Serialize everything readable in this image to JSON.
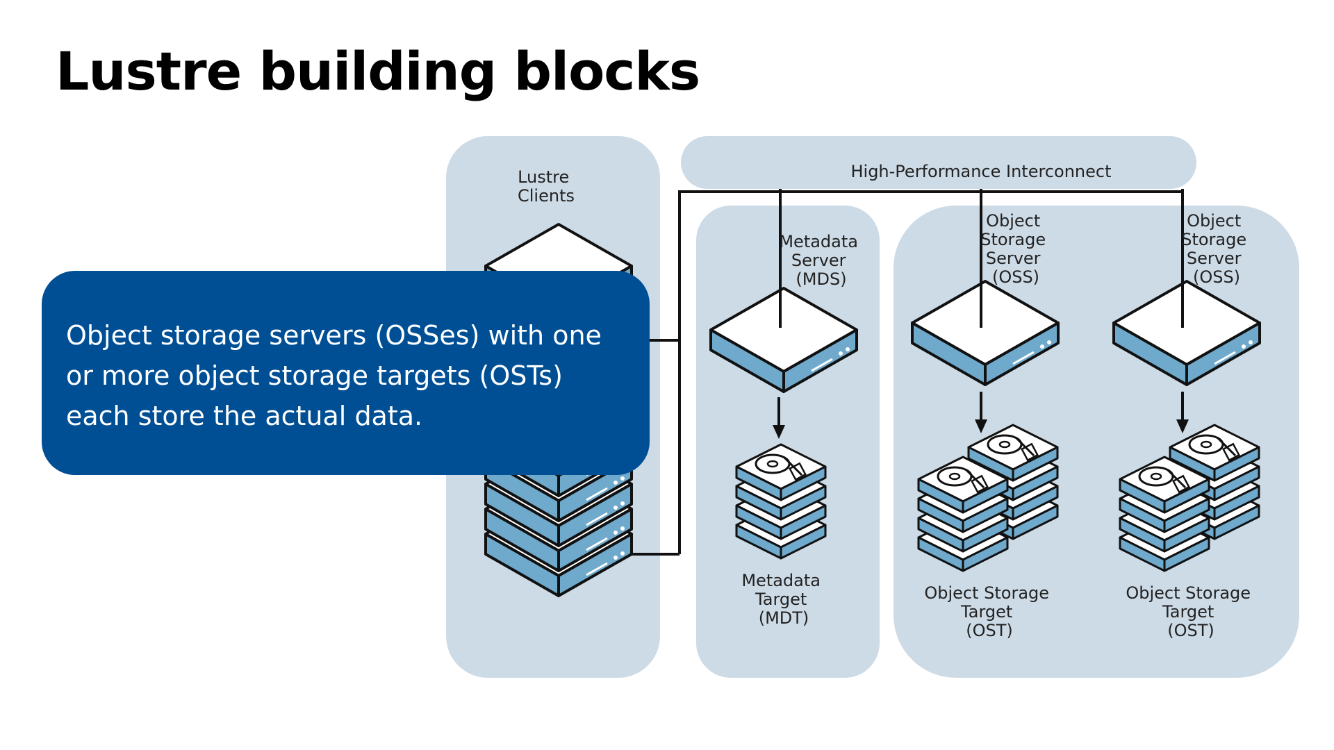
{
  "slide": {
    "title": "Lustre building blocks"
  },
  "diagram": {
    "interconnect": "High-Performance Interconnect",
    "clients": [
      "Lustre",
      "Clients"
    ],
    "mds": [
      "Metadata",
      "Server",
      "(MDS)"
    ],
    "mdt": [
      "Metadata",
      "Target",
      "(MDT)"
    ],
    "oss": [
      "Object",
      "Storage",
      "Server",
      "(OSS)"
    ],
    "ost": [
      "Object Storage",
      "Target",
      "(OST)"
    ]
  },
  "callout": {
    "text": "Object storage servers (OSSes) with one or more object storage targets (OSTs) each store the actual data."
  },
  "colors": {
    "panel": "#cddbe7",
    "accent": "#6fa9cb",
    "line": "#111111",
    "callout": "#004f95"
  }
}
